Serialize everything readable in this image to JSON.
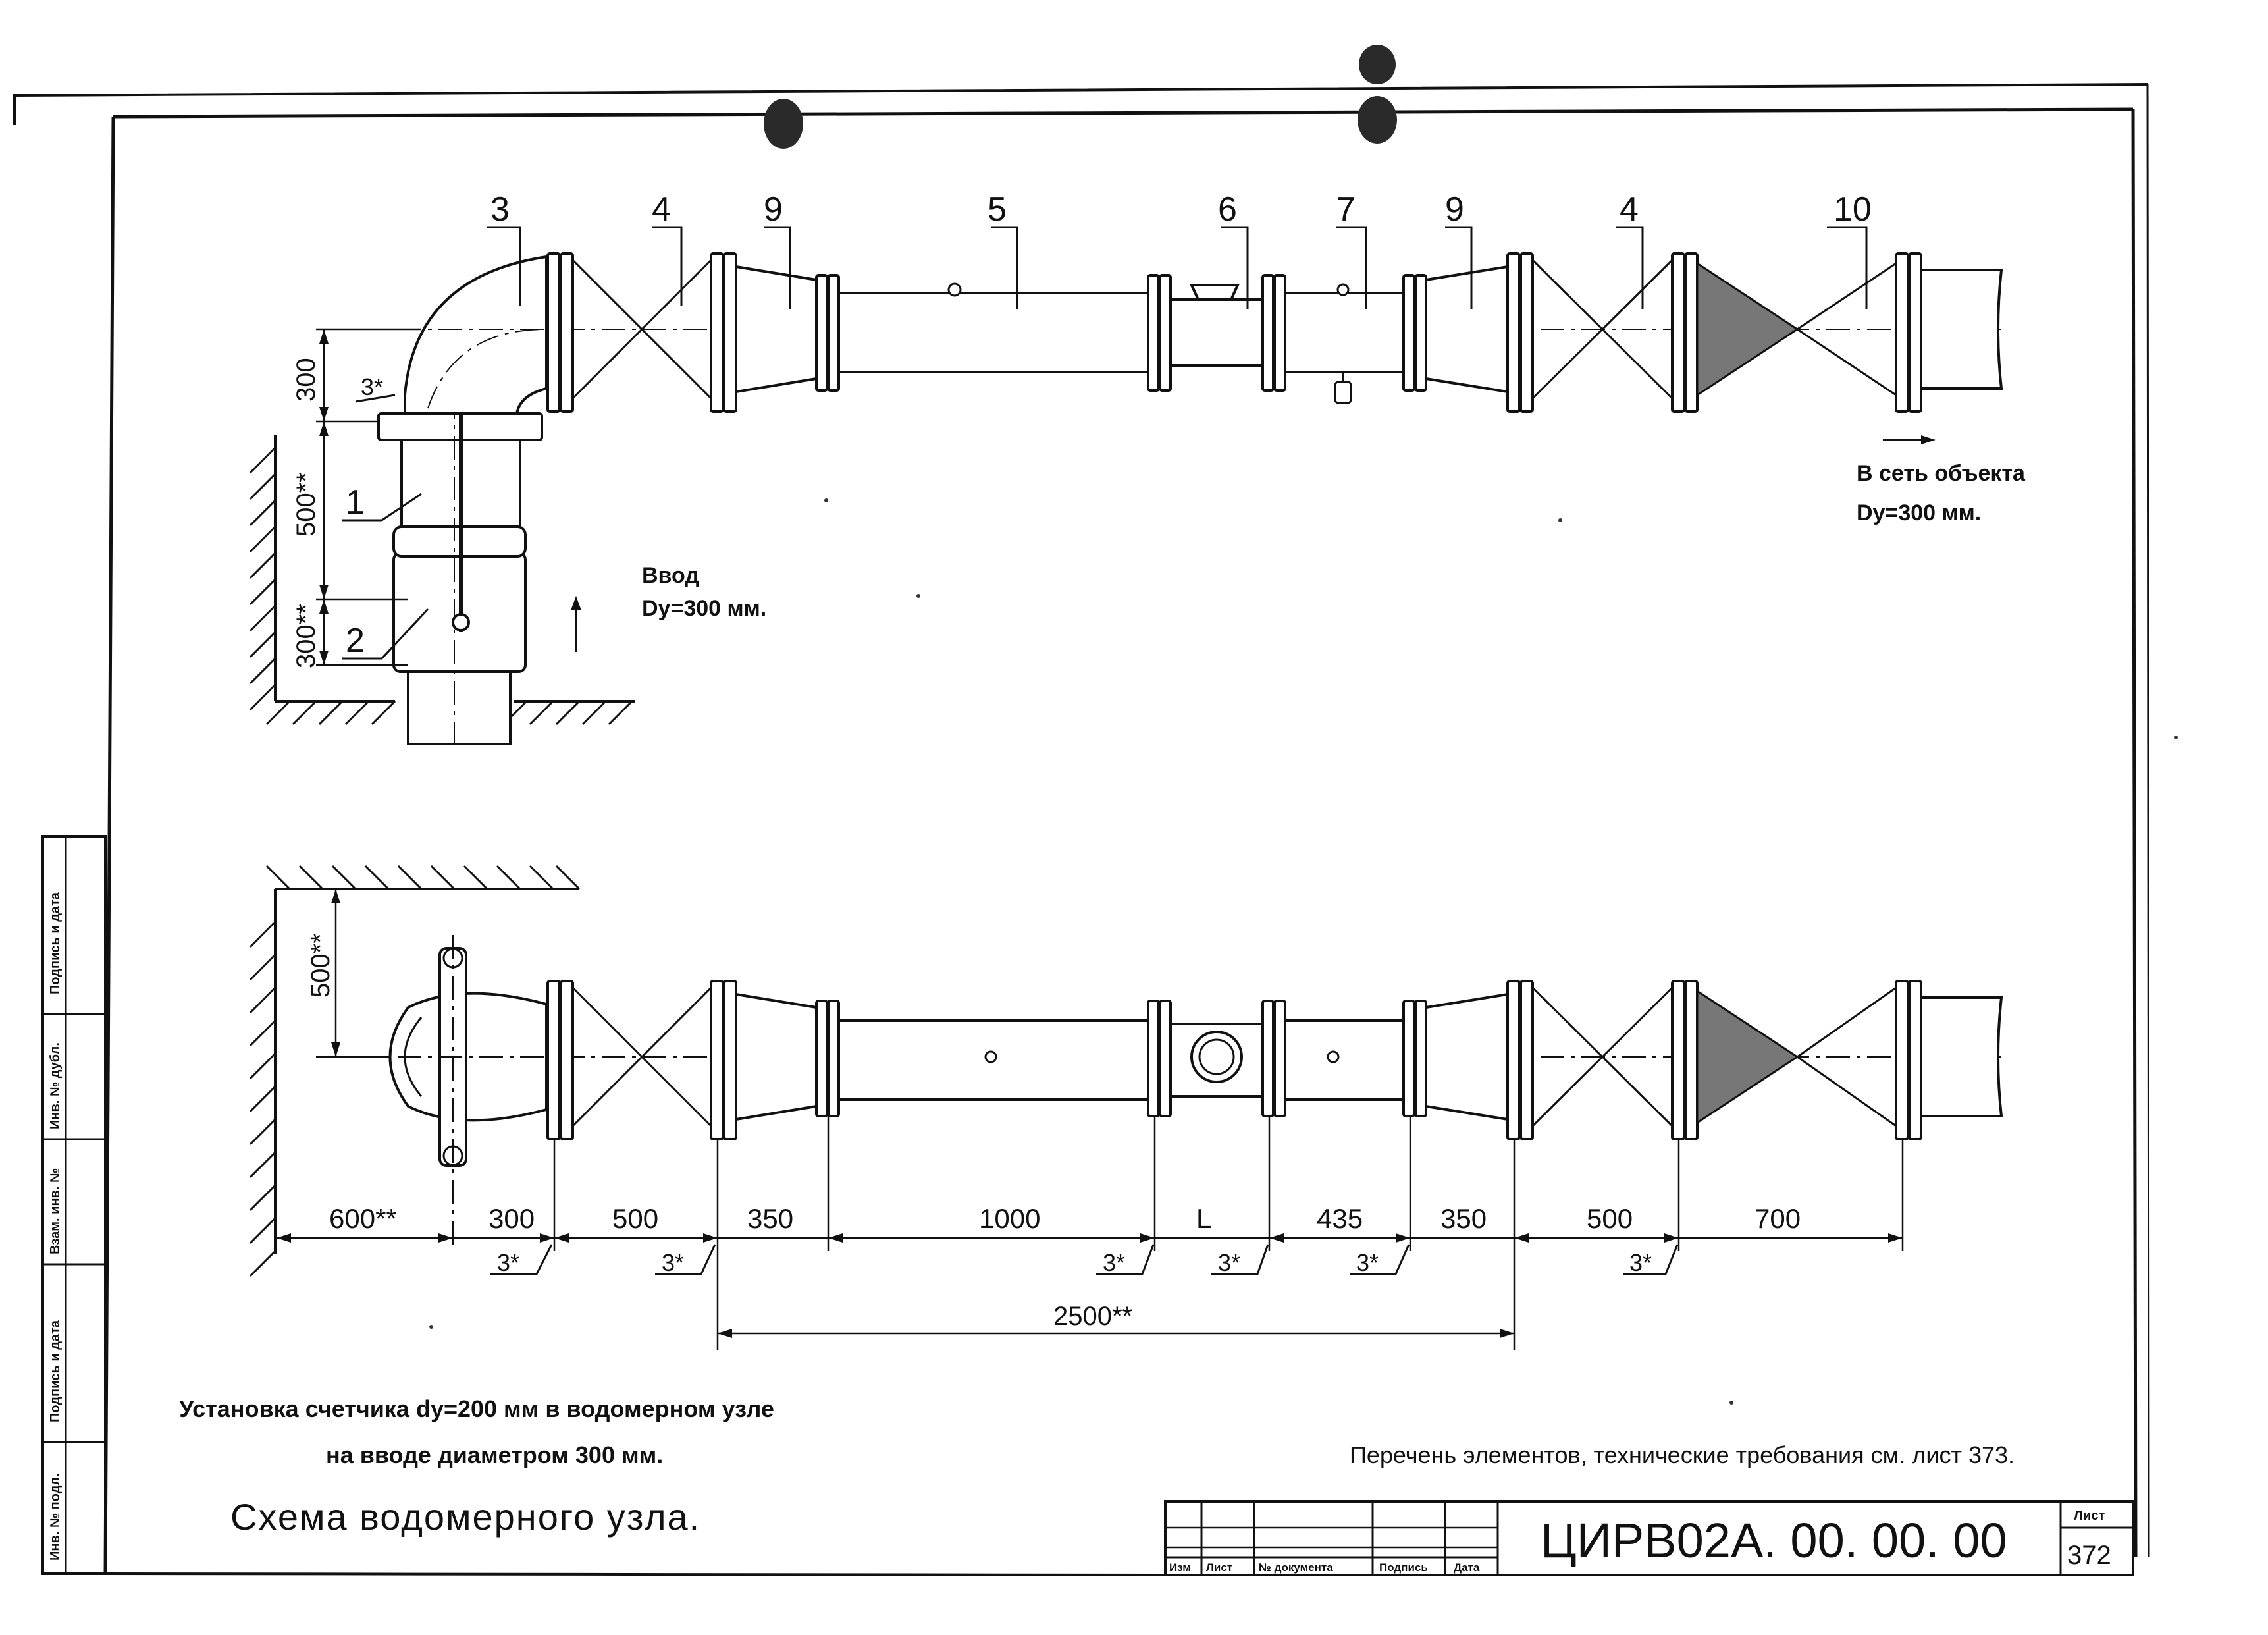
{
  "side_panel": [
    {
      "label": "Подпись и дата"
    },
    {
      "label": "Инв. № дубл."
    },
    {
      "label": "Взам. инв. №"
    },
    {
      "label": "Подпись и дата"
    },
    {
      "label": "Инв. № подл."
    }
  ],
  "top_view": {
    "position_labels": [
      "3",
      "4",
      "9",
      "5",
      "6",
      "7",
      "9",
      "4",
      "10"
    ],
    "riser_labels": [
      "1",
      "2"
    ],
    "riser_dims": [
      "300",
      "500**",
      "300**"
    ],
    "riser_gap_label": "3*",
    "inlet_caption_line1": "Ввод",
    "inlet_caption_line2": "Dy=300 мм.",
    "outlet_caption_line1": "В сеть объекта",
    "outlet_caption_line2": "Dy=300 мм."
  },
  "bottom_view": {
    "wall_offset": "500**",
    "dims": [
      "600**",
      "300",
      "500",
      "350",
      "1000",
      "L",
      "435",
      "350",
      "500",
      "700"
    ],
    "gap_labels": [
      "3*",
      "3*",
      "3*",
      "3*",
      "3*",
      "3*"
    ],
    "total_dim": "2500**"
  },
  "notes": {
    "caption_line1": "Установка счетчика dy=200 мм в водомерном узле",
    "caption_line2": "на вводе диаметром 300 мм.",
    "references": "Перечень элементов, технические требования см. лист 373.",
    "title": "Схема водомерного узла."
  },
  "title_block": {
    "columns": [
      "Изм",
      "Лист",
      "№ документа",
      "Подпись",
      "Дата"
    ],
    "designation": "ЦИРВ02А. 00. 00. 00",
    "sheet_label": "Лист",
    "sheet_number": "372"
  }
}
